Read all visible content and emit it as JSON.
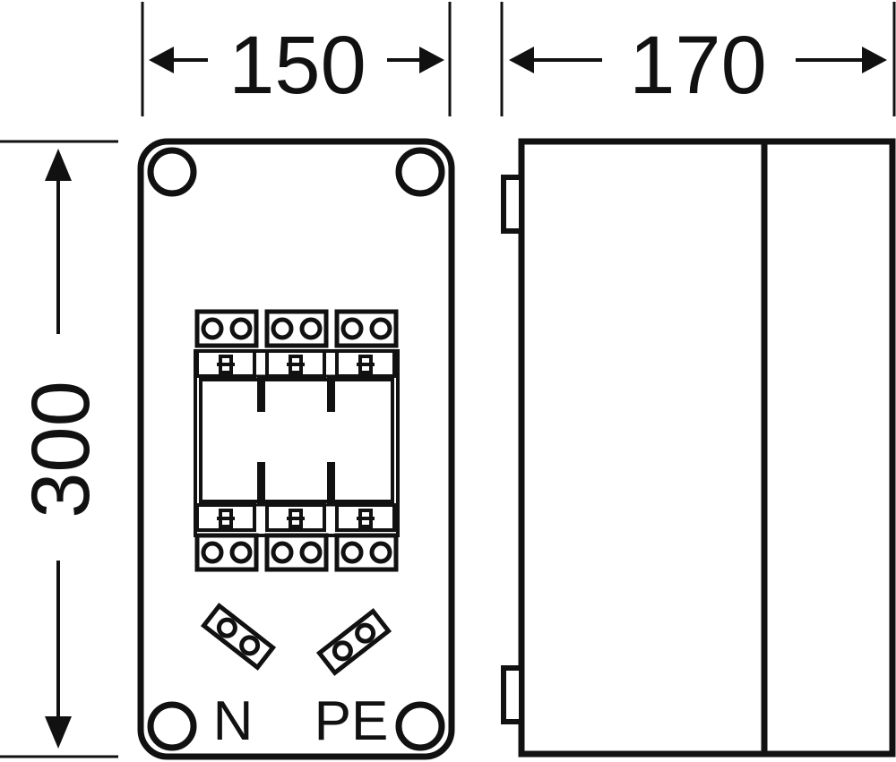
{
  "dimensions": {
    "front_width": "150",
    "side_depth": "170",
    "height": "300"
  },
  "terminal_labels": {
    "neutral": "N",
    "protective_earth": "PE"
  },
  "colors": {
    "line": "#111111",
    "background": "#ffffff"
  }
}
